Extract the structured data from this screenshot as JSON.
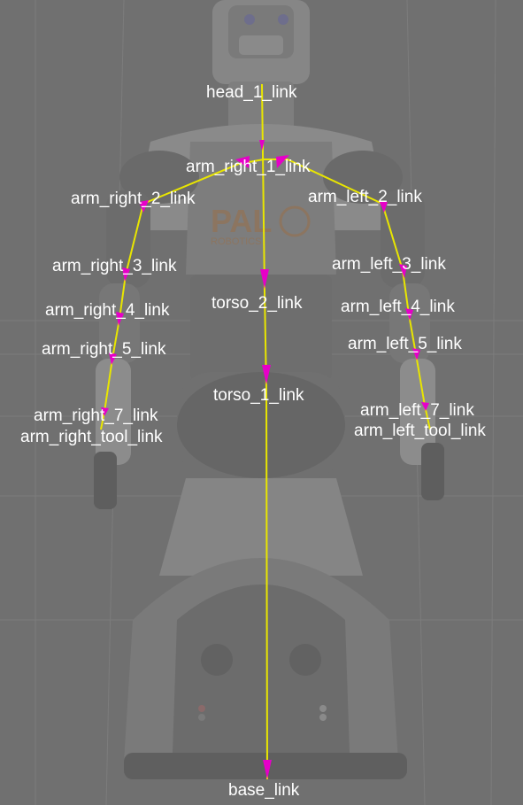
{
  "window": {
    "title": ""
  },
  "scene": {
    "background_color": "#707070",
    "frame_line_color": "#e9e600",
    "frame_arrow_color": "#e600c8",
    "label_color": "#ffffff",
    "logo_text": "PAL",
    "logo_subtext": "ROBOTICS",
    "frames": [
      {
        "name": "head_1_link",
        "label": "head_1_link"
      },
      {
        "name": "arm_right_1_link",
        "label": "arm_right_1_link"
      },
      {
        "name": "arm_right_2_link",
        "label": "arm_right_2_link"
      },
      {
        "name": "arm_left_2_link",
        "label": "arm_left_2_link"
      },
      {
        "name": "arm_right_3_link",
        "label": "arm_right_3_link"
      },
      {
        "name": "arm_left_3_link",
        "label": "arm_left_3_link"
      },
      {
        "name": "torso_2_link",
        "label": "torso_2_link"
      },
      {
        "name": "arm_right_4_link",
        "label": "arm_right_4_link"
      },
      {
        "name": "arm_left_4_link",
        "label": "arm_left_4_link"
      },
      {
        "name": "arm_right_5_link",
        "label": "arm_right_5_link"
      },
      {
        "name": "arm_left_5_link",
        "label": "arm_left_5_link"
      },
      {
        "name": "torso_1_link",
        "label": "torso_1_link"
      },
      {
        "name": "arm_left_7_link",
        "label": "arm_left_7_link"
      },
      {
        "name": "arm_right_7_link",
        "label": "arm_right_7_link"
      },
      {
        "name": "arm_left_tool_link",
        "label": "arm_left_tool_link"
      },
      {
        "name": "arm_right_tool_link",
        "label": "arm_right_tool_link"
      },
      {
        "name": "base_link",
        "label": "base_link"
      }
    ]
  }
}
